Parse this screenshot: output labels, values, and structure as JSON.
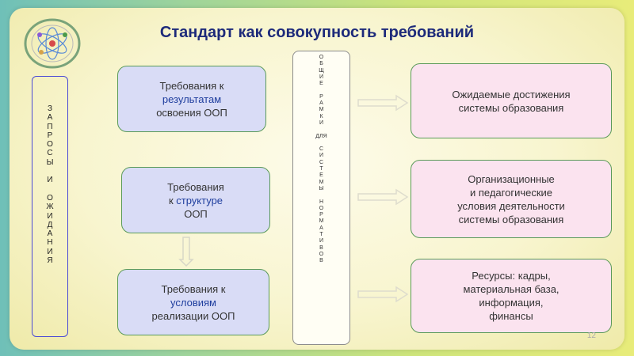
{
  "title": "Стандарт как совокупность требований",
  "side_label": [
    "З",
    "А",
    "П",
    "Р",
    "О",
    "С",
    "Ы",
    "",
    "И",
    "",
    "О",
    "Ж",
    "И",
    "Д",
    "А",
    "Н",
    "И",
    "Я"
  ],
  "center_label": [
    "О",
    "Б",
    "Щ",
    "И",
    "Е",
    "",
    "Р",
    "А",
    "М",
    "К",
    "И",
    "",
    "ДЛЯ",
    "",
    "С",
    "И",
    "С",
    "Т",
    "Е",
    "М",
    "Ы",
    "",
    "Н",
    "О",
    "Р",
    "М",
    "А",
    "Т",
    "И",
    "В",
    "О",
    "В"
  ],
  "left_boxes": [
    {
      "line1": "Требования к",
      "highlight": "результатам",
      "line3": "освоения ООП"
    },
    {
      "line1": "Требования",
      "prefix": "к ",
      "highlight": "структуре",
      "line3": "ООП"
    },
    {
      "line1": "Требования к",
      "highlight": "условиям",
      "line3": "реализации ООП"
    }
  ],
  "right_boxes": [
    {
      "lines": [
        "Ожидаемые достижения",
        "системы образования"
      ]
    },
    {
      "lines": [
        "Организационные",
        "и педагогические",
        "условия деятельности",
        "системы образования"
      ]
    },
    {
      "lines": [
        "Ресурсы: кадры,",
        "материальная база,",
        "информация,",
        "финансы"
      ]
    }
  ],
  "logo": {
    "name": "institute-emblem"
  },
  "page_number": "12",
  "colors": {
    "title": "#1d2a7a",
    "left_box_fill": "#d9dcf6",
    "right_box_fill": "#fbe3ef",
    "box_border": "#5a9a5a",
    "side_border": "#4a4ad6",
    "highlight": "#1f3e9e"
  }
}
